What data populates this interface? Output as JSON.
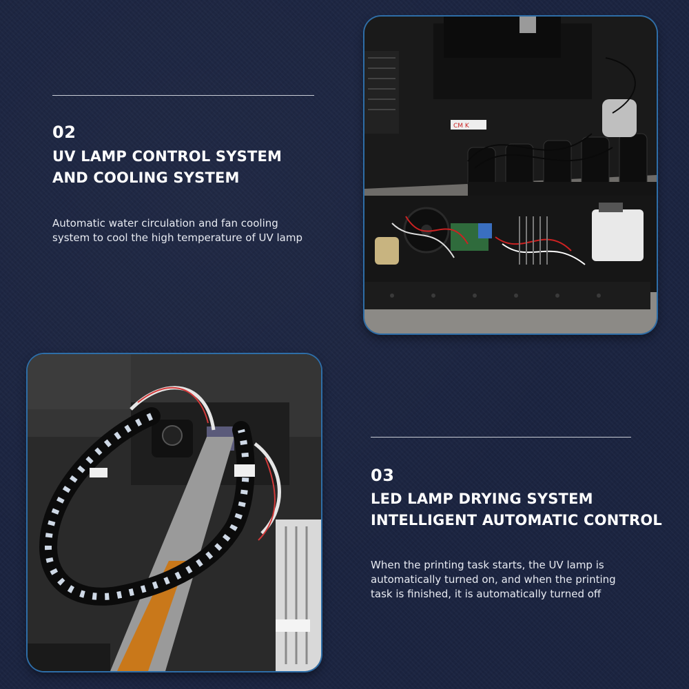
{
  "section2": {
    "number": "02",
    "heading_line1": "UV LAMP CONTROL SYSTEM",
    "heading_line2": "AND COOLING SYSTEM",
    "description_line1": "Automatic water circulation and fan cooling",
    "description_line2": "system to cool the high temperature of UV lamp",
    "label_cmyk": "CM  K"
  },
  "section3": {
    "number": "03",
    "heading_line1": "LED LAMP DRYING SYSTEM",
    "heading_line2": "INTELLIGENT AUTOMATIC CONTROL",
    "description_line1": "When the printing task starts, the UV lamp is",
    "description_line2": "automatically turned on, and when the printing",
    "description_line3": "task is finished, it is automatically turned off"
  },
  "colors": {
    "background": "#1b2440",
    "photo_border": "#2e6ea8",
    "text": "#ffffff"
  }
}
